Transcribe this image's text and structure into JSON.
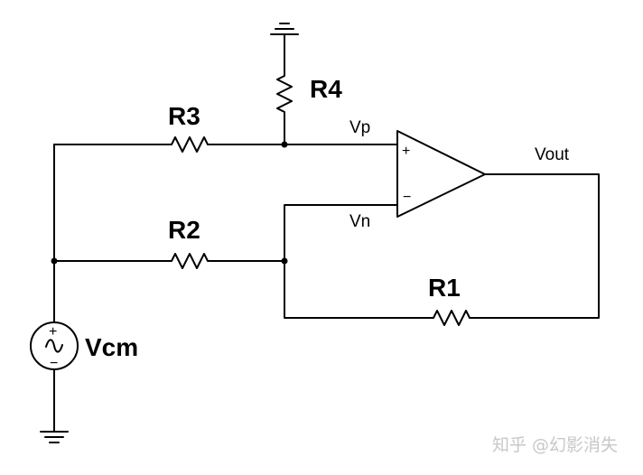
{
  "components": {
    "r1": "R1",
    "r2": "R2",
    "r3": "R3",
    "r4": "R4",
    "source": "Vcm"
  },
  "nodes": {
    "vp": "Vp",
    "vn": "Vn",
    "vout": "Vout"
  },
  "opamp": {
    "plus": "+",
    "minus": "−"
  },
  "source_pins": {
    "plus": "+",
    "minus": "−"
  },
  "watermark": "知乎 @幻影消失"
}
